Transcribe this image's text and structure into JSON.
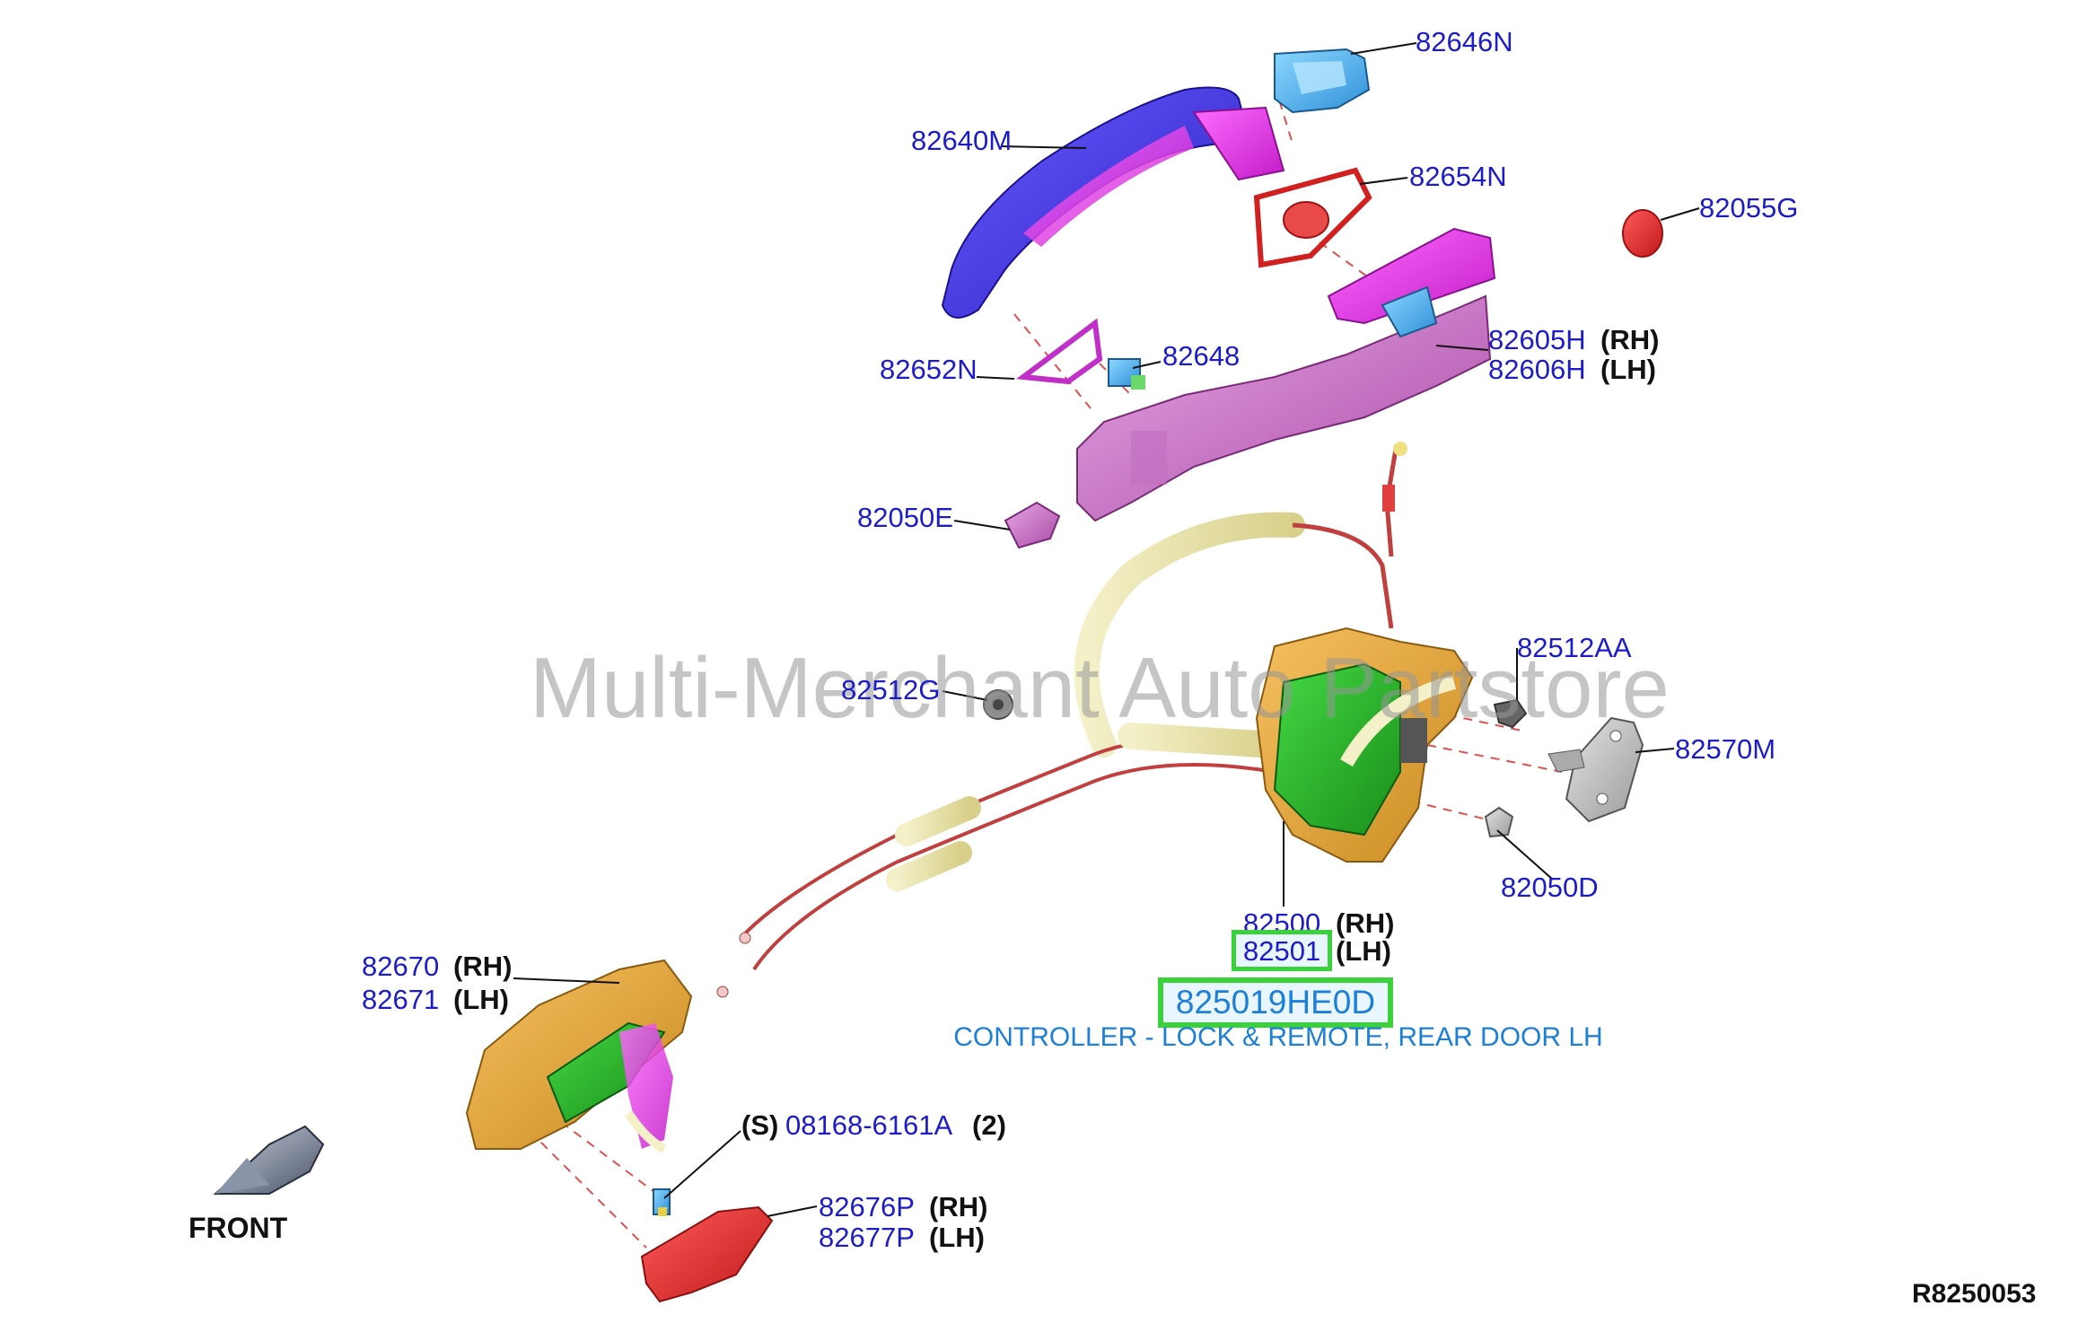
{
  "diagram": {
    "watermark": "Multi-Merchant Auto Partstore",
    "reference_code": "R8250053",
    "front_label": "FRONT",
    "main_part": {
      "number": "825019HE0D",
      "description": "CONTROLLER - LOCK & REMOTE, REAR DOOR LH"
    },
    "callouts": {
      "p82646N": "82646N",
      "p82640M": "82640M",
      "p82654N": "82654N",
      "p82055G": "82055G",
      "p82605H": "82605H",
      "p82606H": "82606H",
      "p82652N": "82652N",
      "p82648": "82648",
      "p82050E": "82050E",
      "p82512AA": "82512AA",
      "p82512G": "82512G",
      "p82570M": "82570M",
      "p82050D": "82050D",
      "p82500": "82500",
      "p82501": "82501",
      "p82670": "82670",
      "p82671": "82671",
      "p08168": "08168-6161A",
      "p82676P": "82676P",
      "p82677P": "82677P"
    },
    "qualifiers": {
      "rh": "(RH)",
      "lh": "(LH)",
      "s": "(S)",
      "qty2": "(2)"
    },
    "colors": {
      "callout_text": "#1c1cc8",
      "highlight_border": "#3ad13a",
      "description_text": "#1c7fd8"
    }
  }
}
